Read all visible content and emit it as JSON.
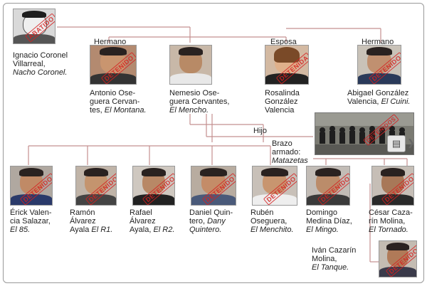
{
  "people": {
    "ignacio": {
      "line1": "Ignacio Coronel",
      "line2": "Villarreal,",
      "alias": "Nacho Coronel.",
      "stamp": "ABATIDO"
    },
    "antonio": {
      "relation": "Hermano",
      "line1": "Antonio Ose-",
      "line2": "guera Cervan-",
      "line3a": "tes, ",
      "alias": "El Montana.",
      "stamp": "DETENIDO"
    },
    "nemesio": {
      "line1": "Nemesio Ose-",
      "line2": "guera Cervantes,",
      "alias": "El Mencho."
    },
    "rosalinda": {
      "relation": "Esposa",
      "line1": "Rosalinda",
      "line2": "González",
      "line3": "Valencia",
      "stamp": "DETENIDA"
    },
    "abigael": {
      "relation": "Hermano",
      "line1": "Abigael González",
      "line2a": "Valencia, ",
      "alias": "El Cuini.",
      "stamp": "DETENIDO"
    },
    "erick": {
      "line1": "Érick Valen-",
      "line2": "cia Salazar,",
      "alias": "El 85.",
      "stamp": "DETENIDO"
    },
    "ramon": {
      "line1": "Ramón",
      "line2": "Álvarez",
      "line3a": "Ayala ",
      "alias": "El R1.",
      "stamp": "DETENIDO"
    },
    "rafael": {
      "line1": "Rafael",
      "line2": "Álvarez",
      "line3a": "Ayala, ",
      "alias": "El R2.",
      "stamp": "DETENIDO"
    },
    "daniel": {
      "line1": "Daniel Quin-",
      "line2a": "tero, ",
      "alias_a": "Dany",
      "alias_b": "Quintero.",
      "stamp": "DETENIDO"
    },
    "ruben": {
      "relation": "Hijo",
      "line1": "Rubén",
      "line2": "Oseguera,",
      "alias": "El Menchito.",
      "stamp": "DETENIDO"
    },
    "domingo": {
      "line1": "Domingo",
      "line2": "Medina Díaz,",
      "alias": "El Mingo.",
      "stamp": "DETENIDO"
    },
    "cesar": {
      "line1": "César Caza-",
      "line2": "rín Molina,",
      "alias": "El Tornado.",
      "stamp": "DETENIDO"
    },
    "ivan": {
      "line1": "Iván Cazarín",
      "line2": "Molina,",
      "alias": "El Tanque.",
      "stamp": "DETENIDO"
    }
  },
  "group": {
    "line1": "Brazo",
    "line2": "armado:",
    "line3": "Matazetas",
    "stamp": "DETENIDOS"
  },
  "icons": {
    "expand": "image-stack-icon",
    "next": "chevron-right-icon"
  },
  "colors": {
    "line": "#c49090",
    "stamp": "#d62020"
  }
}
